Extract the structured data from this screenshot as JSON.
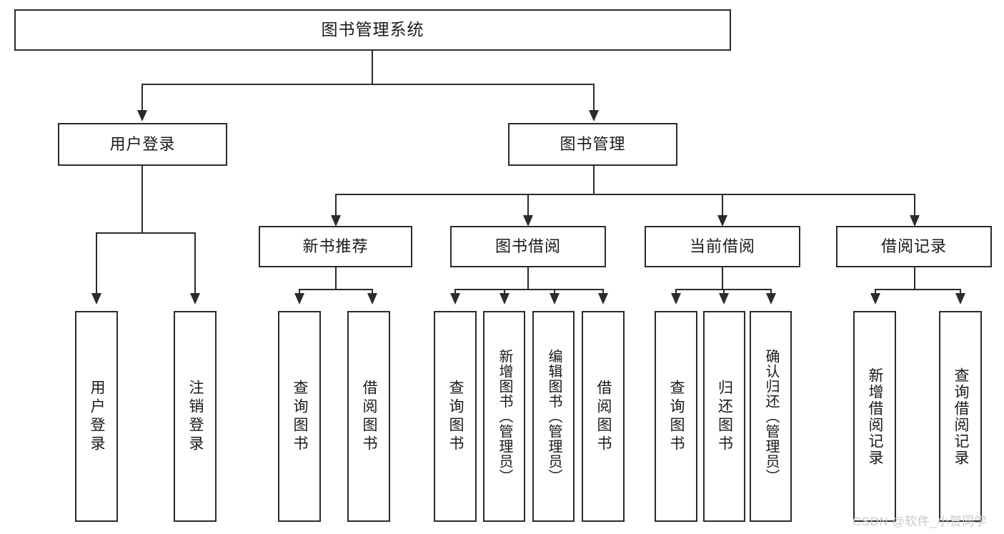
{
  "diagram": {
    "title": "图书管理系统",
    "type": "tree-hierarchy",
    "root": {
      "label": "图书管理系统"
    },
    "level2": [
      {
        "label": "用户登录"
      },
      {
        "label": "图书管理"
      }
    ],
    "level3": [
      {
        "label": "新书推荐"
      },
      {
        "label": "图书借阅"
      },
      {
        "label": "当前借阅"
      },
      {
        "label": "借阅记录"
      }
    ],
    "leaves": [
      {
        "label": "用户登录",
        "parent": "用户登录"
      },
      {
        "label": "注销登录",
        "parent": "用户登录"
      },
      {
        "label": "查询图书",
        "parent": "新书推荐"
      },
      {
        "label": "借阅图书",
        "parent": "新书推荐"
      },
      {
        "label": "查询图书",
        "parent": "图书借阅"
      },
      {
        "label": "新增图书（管理员）",
        "parent": "图书借阅"
      },
      {
        "label": "编辑图书（管理员）",
        "parent": "图书借阅"
      },
      {
        "label": "借阅图书",
        "parent": "图书借阅"
      },
      {
        "label": "查询图书",
        "parent": "当前借阅"
      },
      {
        "label": "归还图书",
        "parent": "当前借阅"
      },
      {
        "label": "确认归还（管理员）",
        "parent": "当前借阅"
      },
      {
        "label": "新增借阅记录",
        "parent": "借阅记录"
      },
      {
        "label": "查询借阅记录",
        "parent": "借阅记录"
      }
    ]
  },
  "watermark": {
    "text": "CSDN @软件_小贺同学"
  },
  "colors": {
    "stroke": "#2b2b2b",
    "fill": "#ffffff",
    "text": "#1a1a1a",
    "watermark": "#c9c9c9"
  }
}
